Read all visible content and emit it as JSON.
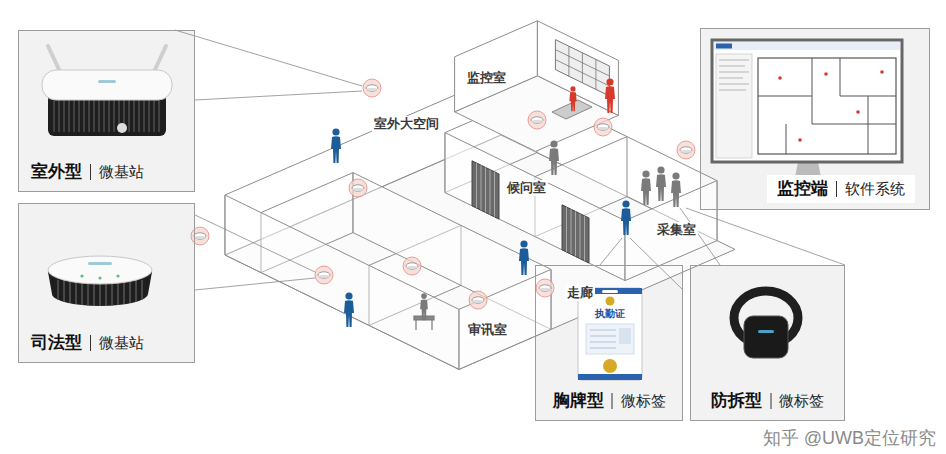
{
  "diagram": {
    "nodes": [
      {
        "text": [
          "室外型",
          "微基站"
        ]
      },
      {
        "text": [
          "监控端",
          "软件系统"
        ]
      },
      {
        "text": [
          "司法型",
          "微基站"
        ]
      },
      {
        "text": [
          "胸牌型",
          "微标签"
        ]
      },
      {
        "text": [
          "防拆型",
          "微标签"
        ]
      }
    ],
    "labels": [
      "室外大空间",
      "监控室",
      "候问室",
      "采集室",
      "走廊",
      "审讯室",
      "执勤证",
      "知乎 @UWB定位研究"
    ]
  }
}
